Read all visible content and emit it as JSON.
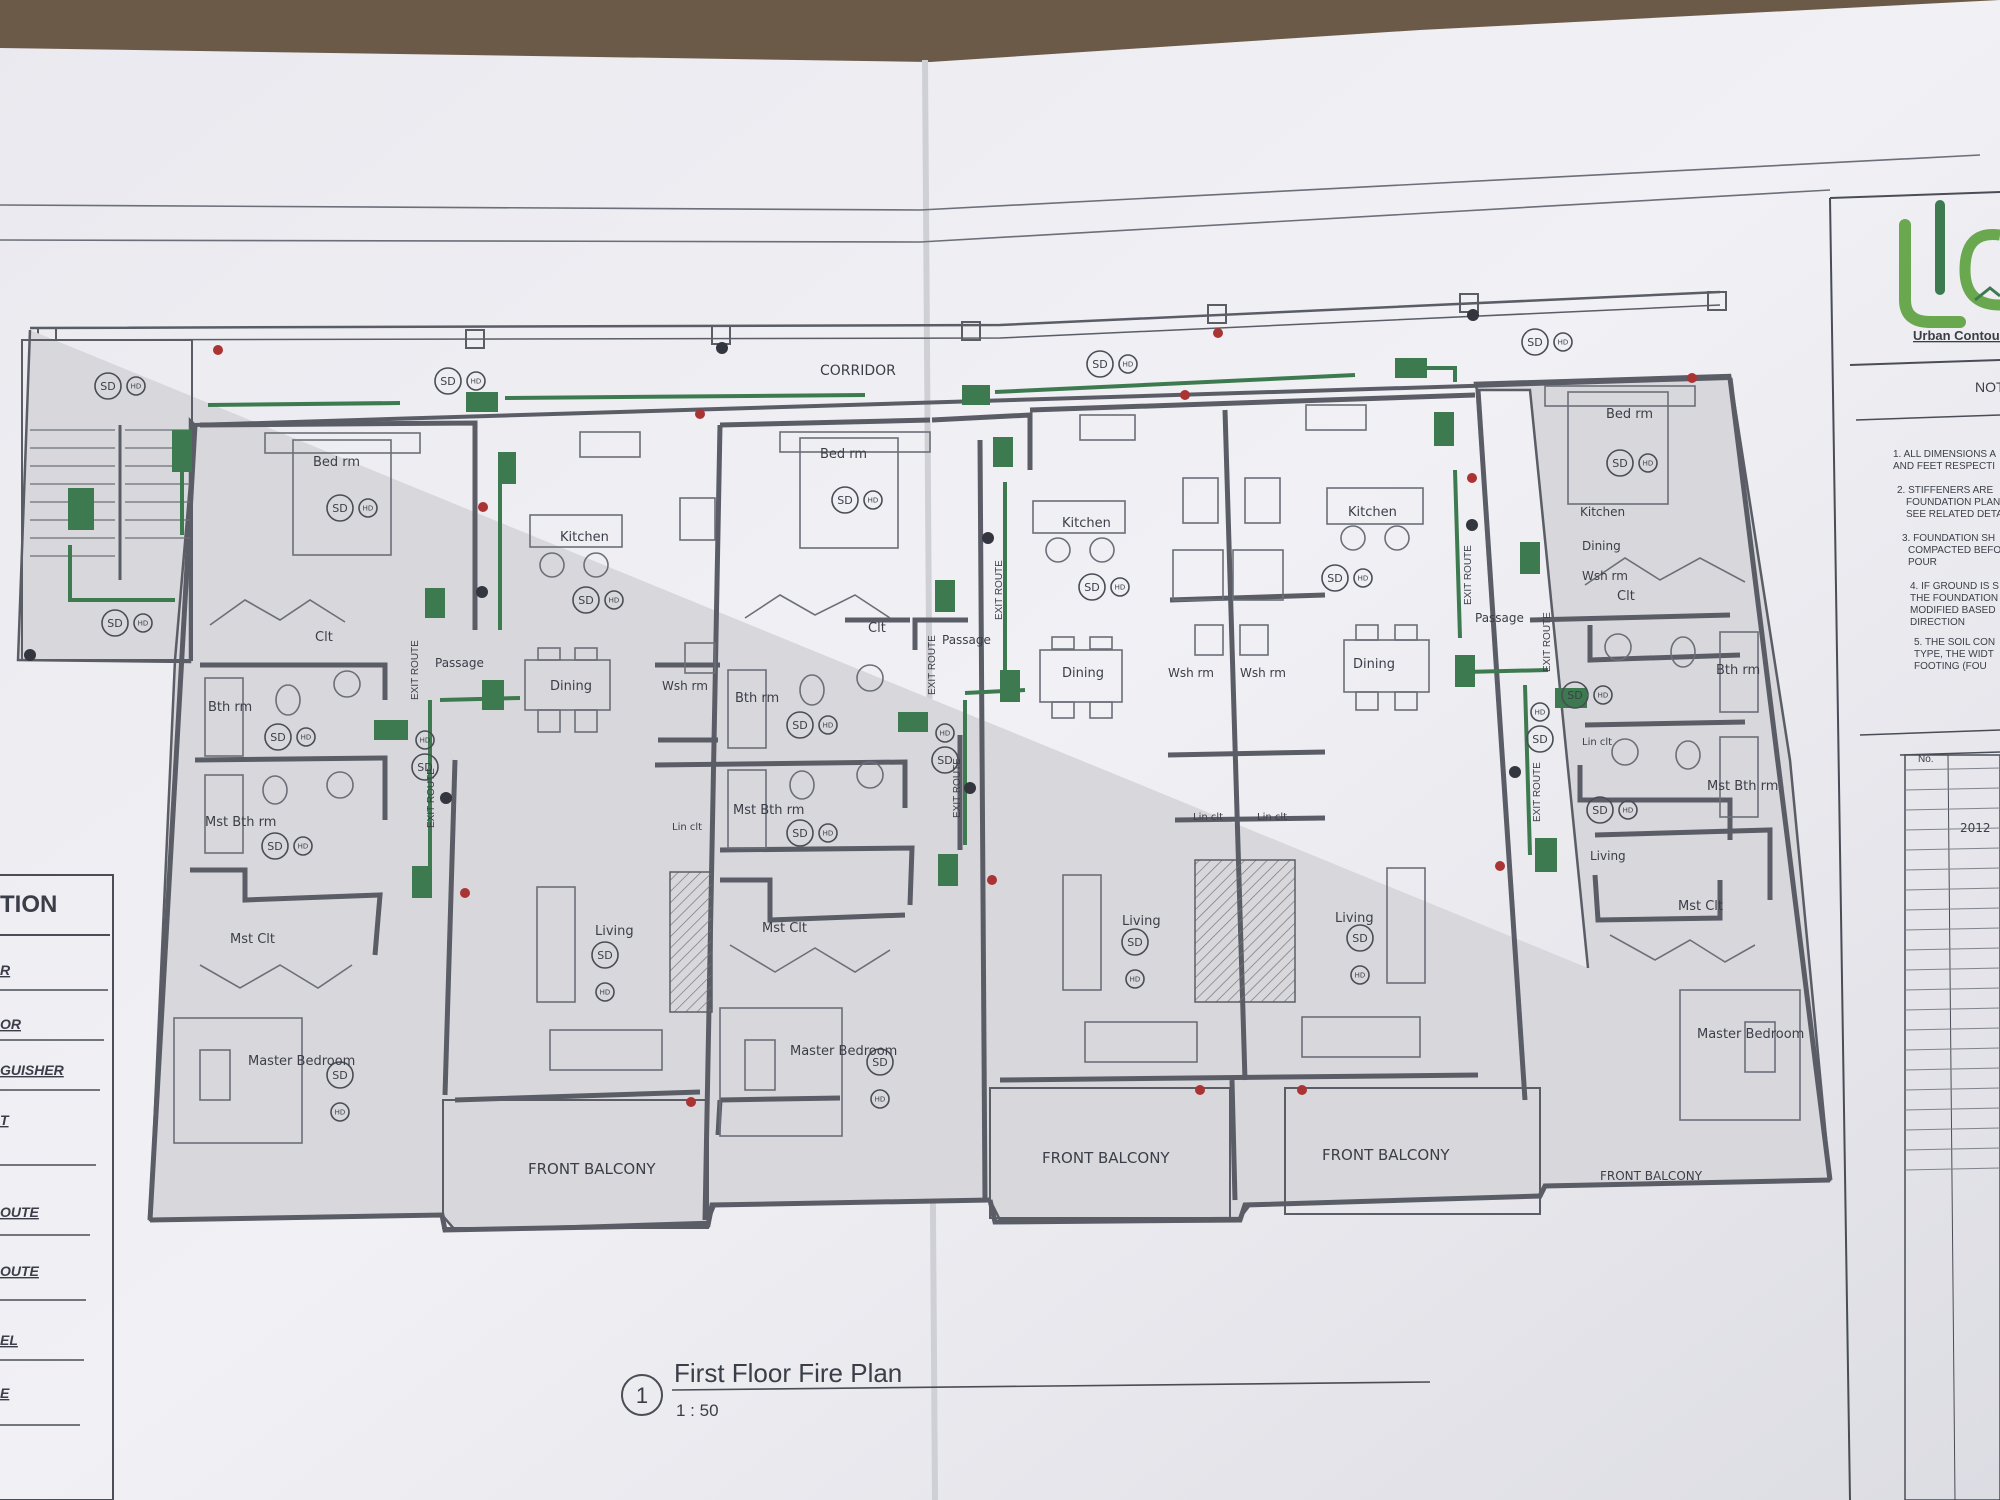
{
  "drawing": {
    "title": "First Floor Fire Plan",
    "number": "1",
    "scale": "1 : 50",
    "corridor_label": "CORRIDOR",
    "exit_route_label": "EXIT ROUTE",
    "detector_labels": {
      "smoke": "SD",
      "heat": "HD"
    },
    "accent_color": "#3d7a4f",
    "line_color": "#5a5d66"
  },
  "units": [
    {
      "rooms": [
        "Bed rm",
        "Clt",
        "Bth rm",
        "Mst Bth rm",
        "Mst Clt",
        "Master Bedroom",
        "Passage",
        "Kitchen",
        "Dining",
        "Wsh rm",
        "Lin clt",
        "Living",
        "FRONT BALCONY"
      ]
    },
    {
      "rooms": [
        "Bed rm",
        "Clt",
        "Bth rm",
        "Mst Bth rm",
        "Mst Clt",
        "Master Bedroom",
        "Passage",
        "Kitchen",
        "Dining",
        "Wsh rm",
        "Lin clt",
        "Living",
        "FRONT BALCONY"
      ]
    },
    {
      "rooms": [
        "Kitchen",
        "Dining",
        "Wsh rm",
        "Lin clt",
        "Living",
        "FRONT BALCONY"
      ]
    },
    {
      "rooms": [
        "Bed rm",
        "Clt",
        "Bth rm",
        "Mst Bth rm",
        "Mst Clt",
        "Master Bedroom",
        "Passage",
        "Kitchen",
        "Dining",
        "Wsh rm",
        "Lin clt",
        "Living",
        "FRONT BALCONY"
      ]
    }
  ],
  "legend": {
    "title_fragment": "TION",
    "entries": [
      "R",
      "OR",
      "GUISHER",
      "T",
      "OUTE",
      "OUTE",
      "EL",
      "E"
    ]
  },
  "title_block": {
    "logo_text": "Urban Contours",
    "notes_heading": "NOT",
    "notes": [
      "1. ALL DIMENSIONS A",
      "AND FEET RESPECTI",
      "2. STIFFENERS ARE",
      "FOUNDATION PLAN",
      "SEE RELATED DETA",
      "3. FOUNDATION SH",
      "COMPACTED BEFO",
      "POUR",
      "4. IF GROUND IS S",
      "THE FOUNDATION",
      "MODIFIED BASED",
      "DIRECTION",
      "5. THE SOIL CON",
      "TYPE, THE WIDT",
      "FOOTING (FOU"
    ],
    "revision_header": "No.",
    "revision_entry": "2012"
  }
}
